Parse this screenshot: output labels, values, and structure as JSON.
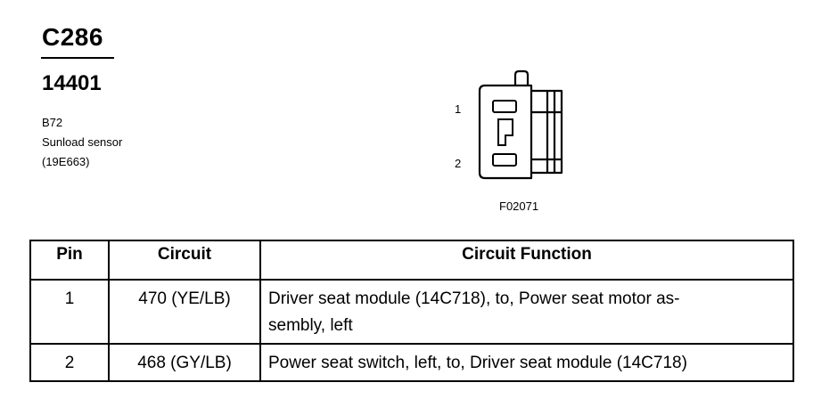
{
  "header": {
    "connector_id": "C286",
    "part_number": "14401",
    "description_lines": [
      "B72",
      "Sunload sensor",
      "(19E663)"
    ]
  },
  "diagram": {
    "pin_labels": [
      "1",
      "2"
    ],
    "figure_ref": "F02071"
  },
  "table": {
    "columns": [
      "Pin",
      "Circuit",
      "Circuit Function"
    ],
    "rows": [
      {
        "pin": "1",
        "circuit": "470 (YE/LB)",
        "function_lines": [
          "Driver seat module (14C718), to, Power seat motor as-",
          "sembly, left"
        ]
      },
      {
        "pin": "2",
        "circuit": "468 (GY/LB)",
        "function_lines": [
          "Power seat switch, left, to, Driver seat module (14C718)"
        ]
      }
    ]
  }
}
